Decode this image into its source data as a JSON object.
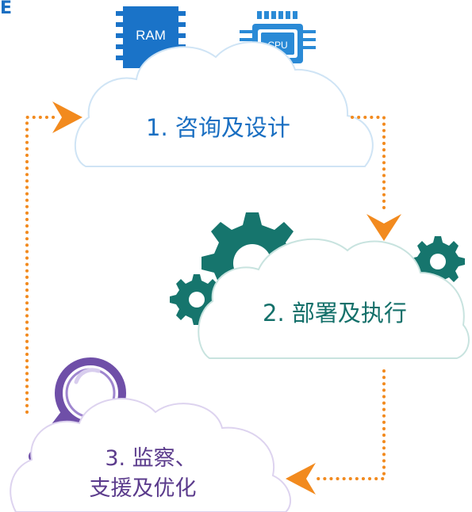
{
  "corner_text": "E",
  "steps": [
    {
      "label": "1. 咨询及设计",
      "color": "#1a6fc2"
    },
    {
      "label": "2. 部署及执行",
      "color": "#14706a"
    },
    {
      "label_line1": "3. 监察、",
      "label_line2": "支援及优化",
      "color": "#5b3b8c"
    }
  ],
  "chips": {
    "ram": "RAM",
    "cpu": "CPU"
  },
  "colors": {
    "arrow": "#f28a1e",
    "ram": "#1a73c8",
    "cpu": "#2a8ad6",
    "gear": "#16756d",
    "magnifier": "#6f4fa8"
  },
  "icons": [
    "ram-chip-icon",
    "cpu-chip-icon",
    "gear-icon",
    "magnifier-icon",
    "arrow-icon"
  ]
}
